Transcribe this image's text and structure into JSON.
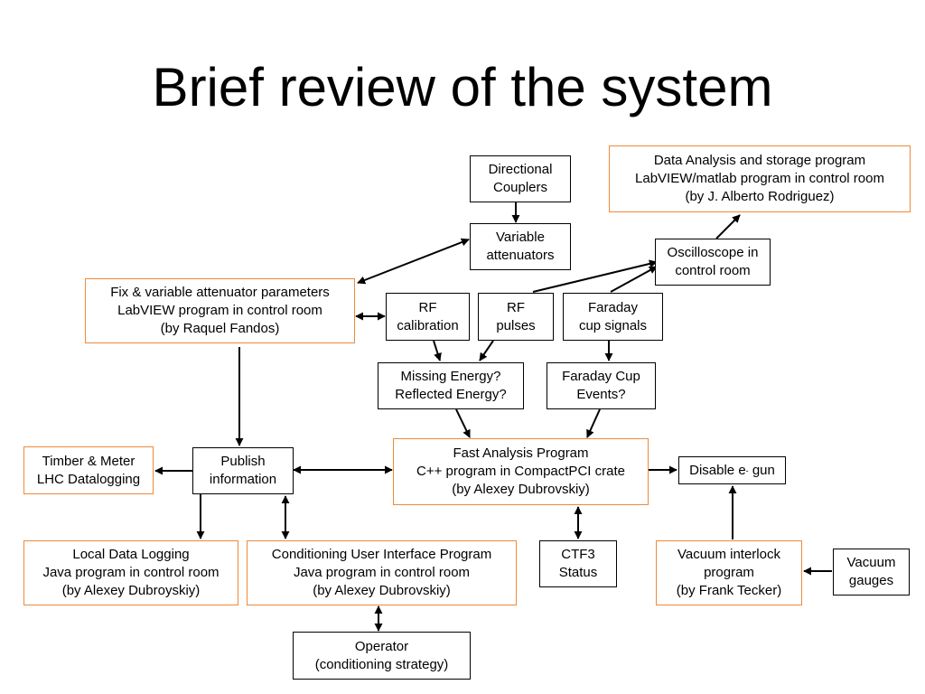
{
  "title": "Brief review of the system",
  "accent_color": "#ed8a3a",
  "nodes": {
    "directional_couplers": {
      "lines": [
        "Directional",
        "Couplers"
      ]
    },
    "data_analysis": {
      "lines": [
        "Data Analysis and storage program",
        "LabVIEW/matlab program in control room",
        "(by J. Alberto Rodriguez)"
      ]
    },
    "variable_attenuators": {
      "lines": [
        "Variable",
        "attenuators"
      ]
    },
    "oscilloscope": {
      "lines": [
        "Oscilloscope in",
        "control room"
      ]
    },
    "fix_variable": {
      "lines": [
        "Fix & variable attenuator parameters",
        "LabVIEW program in control room",
        "(by Raquel Fandos)"
      ]
    },
    "rf_calibration": {
      "lines": [
        "RF",
        "calibration"
      ]
    },
    "rf_pulses": {
      "lines": [
        "RF",
        "pulses"
      ]
    },
    "faraday_signals": {
      "lines": [
        "Faraday",
        "cup signals"
      ]
    },
    "missing_energy": {
      "lines": [
        "Missing Energy?",
        "Reflected Energy?"
      ]
    },
    "faraday_events": {
      "lines": [
        "Faraday Cup",
        "Events?"
      ]
    },
    "timber": {
      "lines": [
        "Timber & Meter",
        "LHC Datalogging"
      ]
    },
    "publish": {
      "lines": [
        "Publish",
        "information"
      ]
    },
    "fast_analysis": {
      "lines": [
        "Fast Analysis Program",
        "C++ program in CompactPCI crate",
        "(by Alexey Dubrovskiy)"
      ]
    },
    "disable_gun": {
      "prefix": "Disable e",
      "sup": "-",
      "suffix": " gun"
    },
    "local_logging": {
      "lines": [
        "Local Data Logging",
        "Java program in control room",
        "(by Alexey Dubroyskiy)"
      ]
    },
    "conditioning_ui": {
      "lines": [
        "Conditioning User Interface Program",
        "Java program in control room",
        "(by Alexey Dubrovskiy)"
      ]
    },
    "ctf3": {
      "lines": [
        "CTF3",
        "Status"
      ]
    },
    "vacuum_interlock": {
      "lines": [
        "Vacuum interlock",
        "program",
        "(by Frank Tecker)"
      ]
    },
    "vacuum_gauges": {
      "lines": [
        "Vacuum",
        "gauges"
      ]
    },
    "operator": {
      "lines": [
        "Operator",
        "(conditioning strategy)"
      ]
    }
  }
}
